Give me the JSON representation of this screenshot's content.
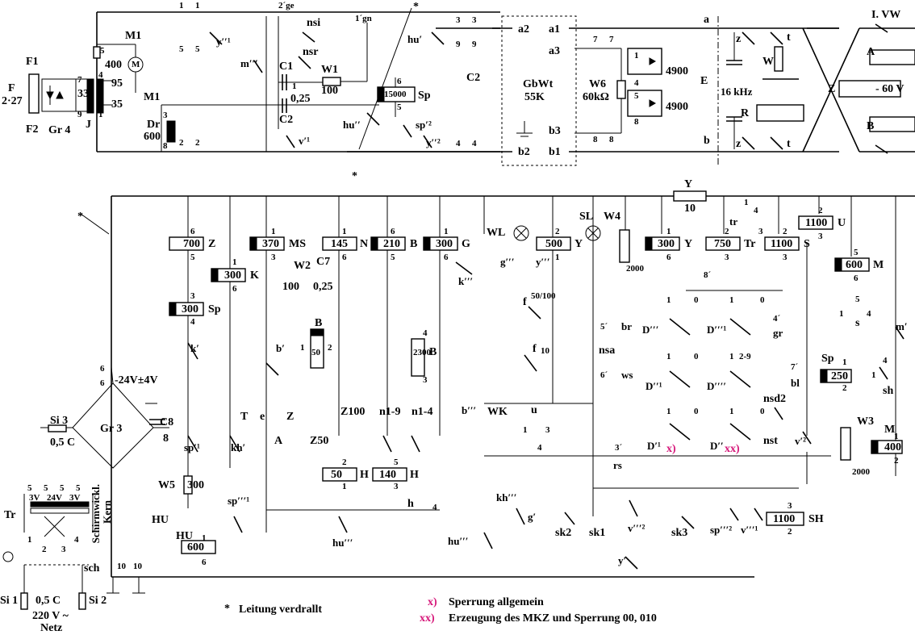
{
  "colors": {
    "wire": "#000000",
    "note": "#d6187a",
    "background": "#ffffff"
  },
  "top": {
    "F": "F",
    "F_val": "2·27",
    "F1": "F1",
    "F2": "F2",
    "Gr4": "Gr 4",
    "J": "J",
    "J_33": "33",
    "J_7": "7",
    "J_9": "9",
    "J_4": "4",
    "J_2": "2",
    "J_1": "1",
    "J_3": "3",
    "J_95": "95",
    "J_35": "35",
    "J_400": "400",
    "J_5": "5",
    "M1a": "M1",
    "M1b": "M1",
    "M": "M",
    "Dr": "Dr",
    "Dr_val": "600",
    "Dr_3": "3",
    "Dr_8": "8",
    "n1a": "1",
    "n1b": "1",
    "n5a": "5",
    "n5b": "5",
    "n2a": "2",
    "n2b": "2",
    "y2": "y′′¹",
    "m3": "m′′′",
    "ge": "2´ge",
    "gn": "1´gn",
    "nsi": "nsi",
    "nsr": "nsr",
    "C1": "C1",
    "C1_1": "1",
    "C1_val": "0,25",
    "C2": "C2",
    "W1": "W1",
    "W1_val": "100",
    "v1": "v′¹",
    "y2b": "y′′²",
    "n4a": "4",
    "n4b": "4",
    "hu1": "hu′",
    "hu2": "hu′′",
    "sp2": "sp′²",
    "n3a": "3",
    "n3b": "3",
    "n9a": "9",
    "n9b": "9",
    "C2b": "C2",
    "Sp_val": "15000",
    "Sp": "Sp",
    "Sp_6": "6",
    "Sp_5": "5",
    "a2": "a2",
    "b2": "b2",
    "a1": "a1",
    "a3": "a3",
    "b3": "b3",
    "b1": "b1",
    "GbWt": "GbWt",
    "GbWt_val": "55K",
    "W6": "W6",
    "W6_val": "60kΩ",
    "n7a": "7",
    "n7b": "7",
    "n8a": "8",
    "n8b": "8",
    "tr1": "1",
    "tr4": "4",
    "tr5": "5",
    "tr8": "8",
    "r4900a": "4900",
    "r4900b": "4900",
    "E": "E",
    "z1": "z",
    "z2": "z",
    "khz": "16 kHz",
    "a": "a",
    "b": "b",
    "W": "W",
    "R": "R",
    "t1": "t",
    "t2": "t",
    "VW": "I. VW",
    "A": "A",
    "B": "B",
    "Z": "Z",
    "volt": "- 60 V"
  },
  "left": {
    "pm24": "-24V±4V",
    "n6a": "6",
    "n6b": "6",
    "Si3": "Si 3",
    "Si3_val": "0,5 C",
    "Gr3": "Gr 3",
    "C8": "C8",
    "C8_val": "8",
    "Tr": "Tr",
    "v3a": "3V",
    "v24": "24V",
    "v3b": "3V",
    "t5a": "5",
    "t5b": "5",
    "t5c": "5",
    "t5d": "5",
    "t1": "1",
    "t2": "2",
    "t3": "3",
    "t4": "4",
    "kern1": "Schirmwickl.",
    "kern2": "Kern",
    "sch": "sch",
    "Si1": "Si 1",
    "Si2": "Si 2",
    "fuse": "0,5 C",
    "net1": "220 V ~",
    "net2": "Netz",
    "HU": "HU",
    "HU2": "HU",
    "HU_val": "600",
    "HU_1": "1",
    "HU_6": "6",
    "W5": "W5",
    "W5_val": "300",
    "n10a": "10",
    "n10b": "10"
  },
  "middle": {
    "Z_val": "700",
    "Z": "Z",
    "Z6": "6",
    "Z5": "5",
    "K_val": "300",
    "K": "K",
    "K1": "1",
    "K6": "6",
    "Sp_val": "300",
    "Sp": "Sp",
    "Sp3": "3",
    "Sp4": "4",
    "MS_val": "370",
    "MS": "MS",
    "MS1": "1",
    "MS3": "3",
    "N_val": "145",
    "N": "N",
    "N1": "1",
    "N6": "6",
    "B_val": "210",
    "B": "B",
    "B6": "6",
    "B5": "5",
    "G_val": "300",
    "G": "G",
    "G1": "1",
    "G6": "6",
    "W2": "W2",
    "W2_val": "100",
    "C7": "C7",
    "C7_val": "0,25",
    "B50": "50",
    "B50_lbl": "B",
    "B50_1": "1",
    "B50_2": "2",
    "B2300": "2300",
    "B2300_lbl": "B",
    "B2300_4": "4",
    "B2300_3": "3",
    "k1": "k′",
    "b1": "b′",
    "k3": "k′′′",
    "T": "T",
    "e": "e",
    "A": "A",
    "Zs": "Z",
    "Z100": "Z100",
    "Z50": "Z50",
    "n19": "n1-9",
    "n14": "n1-4",
    "H50": "50",
    "H50_lbl": "H",
    "H50_2": "2",
    "H50_1": "1",
    "H140": "140",
    "H140_lbl": "H",
    "H140_5": "5",
    "H140_3": "3",
    "h": "h",
    "h4": "4",
    "sp1": "sp′¹",
    "kh1": "kh′",
    "sp3": "sp′′′¹",
    "hu3": "hu′′′"
  },
  "right": {
    "Y_top": "Y",
    "Y_top_val": "10",
    "WL": "WL",
    "SL": "SL",
    "W4": "W4",
    "W4_val": "2000",
    "Y500": "500",
    "Y500_lbl": "Y",
    "Y500_2": "2",
    "Y500_1": "1",
    "Y300": "300",
    "Y300_lbl": "Y",
    "Y300_1": "1",
    "Y300_6": "6",
    "Tr750": "750",
    "Tr750_lbl": "Tr",
    "Tr750_2": "2",
    "Tr750_3": "3",
    "S1100": "1100",
    "S_lbl": "S",
    "S2": "2",
    "S3": "3",
    "U1100": "1100",
    "U_lbl": "U",
    "U2": "2",
    "U3": "3",
    "M600": "600",
    "M_lbl": "M",
    "M5": "5",
    "M6": "6",
    "tr": "tr",
    "tr1": "1",
    "tr4": "4",
    "tr3": "3",
    "tr8": "8´",
    "g3": "g′′′",
    "y3": "y′′′",
    "f50": "f",
    "f50_val": "50/100",
    "f10": "f",
    "f10_val": "10",
    "b3": "b′′′",
    "WK": "WK",
    "u": "u",
    "u1": "1",
    "u3": "3",
    "u4": "4",
    "nsa": "nsa",
    "br": "br",
    "br5": "5´",
    "ws": "ws",
    "ws6": "6´",
    "rs": "rs",
    "rs3": "3´",
    "D3a": "D′′′",
    "D3b": "D′′′¹",
    "D2a": "D′′¹",
    "D2b": "D′′′′",
    "D1a": "D′¹",
    "D1b": "D′′",
    "xmark": "x)",
    "xxmark": "xx)",
    "d1": "1",
    "d0": "0",
    "d29": "2-9",
    "nsd2": "nsd2",
    "nst": "nst",
    "v12": "v′²",
    "gr": "gr",
    "gr4": "4´",
    "bl": "bl",
    "bl7": "7´",
    "s": "s",
    "s1": "1",
    "s5": "5",
    "s4": "4",
    "m1": "m′",
    "sh": "sh",
    "sh1": "1",
    "sh4": "4",
    "Sp250": "250",
    "Sp250_lbl": "Sp",
    "Sp250_1": "1",
    "Sp250_2": "2",
    "W3": "W3",
    "W3_val": "2000",
    "M400": "400",
    "M400_lbl": "M",
    "M400_1": "1",
    "M400_2": "2",
    "SH1100": "1100",
    "SH_lbl": "SH",
    "SH3": "3",
    "SH2": "2",
    "kh3": "kh′′′",
    "g1": "g′",
    "sk2": "sk2",
    "sk1": "sk1",
    "sk3": "sk3",
    "v32": "v′′′²",
    "y1": "y′",
    "sp32": "sp′′′²",
    "v31": "v′′′¹",
    "hu3b": "hu′′′"
  },
  "notes": {
    "star_marker": "*",
    "star_text": "Leitung verdrallt",
    "x_marker": "x)",
    "x_text": "Sperrung allgemein",
    "xx_marker": "xx)",
    "xx_text": "Erzeugung des MKZ und Sperrung 00, 010"
  }
}
